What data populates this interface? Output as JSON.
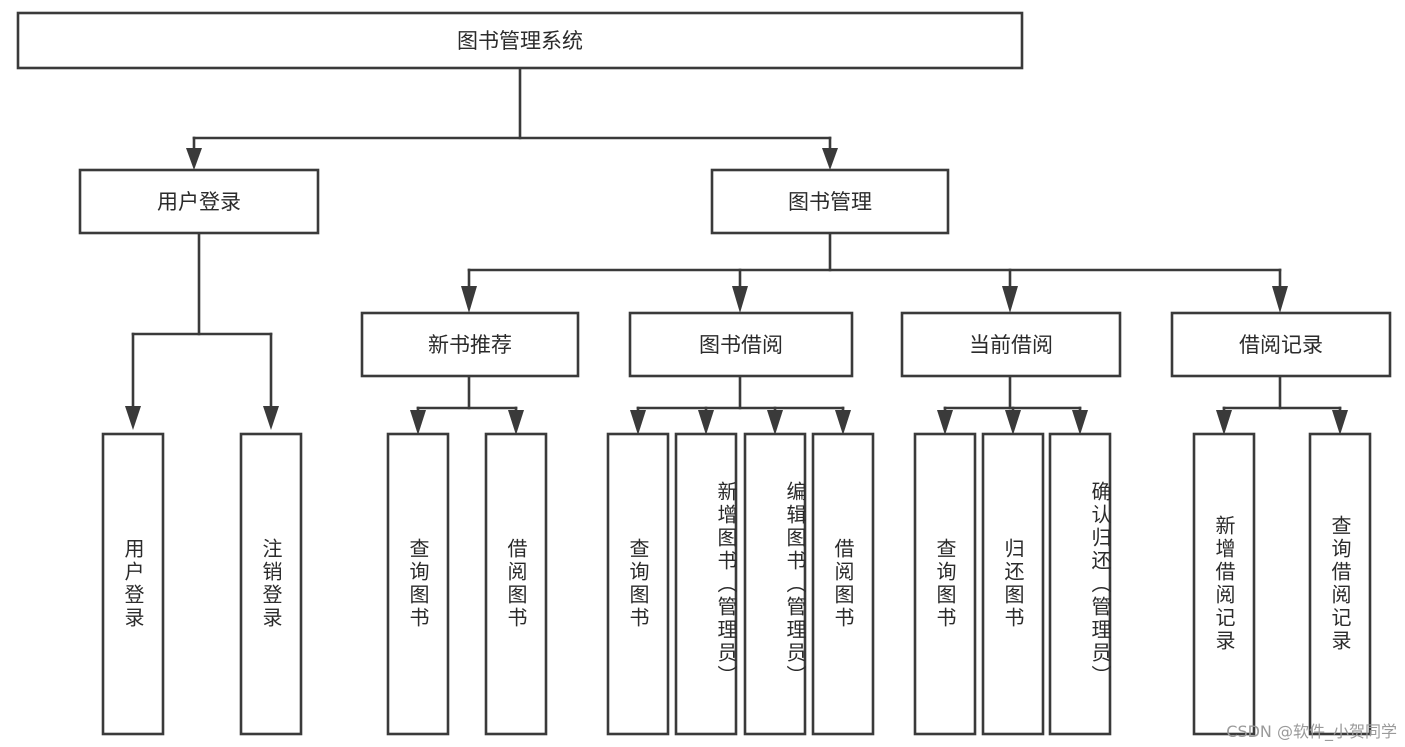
{
  "diagram": {
    "type": "tree",
    "title": "图书管理系统",
    "watermark": "CSDN @软件_小贺同学",
    "colors": {
      "stroke": "#3a3a3a",
      "box_fill": "#ffffff",
      "text": "#2b2b2b",
      "watermark": "#9a9a9a",
      "background": "#ffffff"
    },
    "root": {
      "id": "root",
      "label": "图书管理系统"
    },
    "level1": [
      {
        "id": "user-login",
        "label": "用户登录"
      },
      {
        "id": "book-manage",
        "label": "图书管理"
      }
    ],
    "level2": [
      {
        "id": "new-book-recommend",
        "label": "新书推荐",
        "parent": "book-manage"
      },
      {
        "id": "book-borrow",
        "label": "图书借阅",
        "parent": "book-manage"
      },
      {
        "id": "current-borrow",
        "label": "当前借阅",
        "parent": "book-manage"
      },
      {
        "id": "borrow-record",
        "label": "借阅记录",
        "parent": "book-manage"
      }
    ],
    "leaves": {
      "user-login": [
        {
          "id": "leaf-user-login",
          "label": "用户登录"
        },
        {
          "id": "leaf-user-logout",
          "label": "注销登录"
        }
      ],
      "new-book-recommend": [
        {
          "id": "leaf-query-book-1",
          "label": "查询图书"
        },
        {
          "id": "leaf-borrow-book-1",
          "label": "借阅图书"
        }
      ],
      "book-borrow": [
        {
          "id": "leaf-query-book-2",
          "label": "查询图书"
        },
        {
          "id": "leaf-add-book",
          "label": "新增图书（管理员）"
        },
        {
          "id": "leaf-edit-book",
          "label": "编辑图书（管理员）"
        },
        {
          "id": "leaf-borrow-book-2",
          "label": "借阅图书"
        }
      ],
      "current-borrow": [
        {
          "id": "leaf-query-book-3",
          "label": "查询图书"
        },
        {
          "id": "leaf-return-book",
          "label": "归还图书"
        },
        {
          "id": "leaf-confirm-return",
          "label": "确认归还（管理员）"
        }
      ],
      "borrow-record": [
        {
          "id": "leaf-add-record",
          "label": "新增借阅记录"
        },
        {
          "id": "leaf-query-record",
          "label": "查询借阅记录"
        }
      ]
    }
  }
}
